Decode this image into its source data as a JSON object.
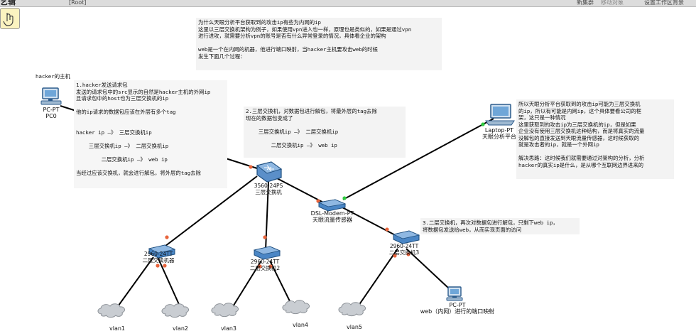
{
  "topbar": {
    "app_title": "艺辑",
    "path": "[Root]",
    "menu": [
      "新集群",
      "移动对象",
      "设置工作区背景"
    ]
  },
  "notes": {
    "intro": [
      "为什么天眼分析平台获取到的攻击ip有些为内网的ip",
      "这里以三层交换机架构为例子，如果使用vpn进入也一样，原理也是类似的，如果是通过vpn",
      "进行进攻，就需要分析vpn的账号是否有什么异常登录的情况，具体看企业的架构",
      "",
      "web是一个在内网的机器，他进行端口映射，当hacker主机要攻击web的时候",
      "发生下面几个过程："
    ],
    "hacker_title": "hacker的主机",
    "step1": [
      "1.hacker发送请求包",
      "发送的请求包中的src显示的自然是hacker主机的外网ip",
      "且请求包中的host也为三层交换机的ip",
      "",
      "他的ip请求的数据包应该在外层有多个tag",
      "",
      "",
      "hacker ip —》 三层交换机ip",
      "",
      "    三层交换机ip —》 二层交换机ip",
      "",
      "        二层交换机ip —》 web ip",
      "",
      "当经过应该交换机，就会进行解包，将外层的tag去除"
    ],
    "step2": [
      "2.三层交换机，对数据包进行解包，将最外层的tag去除",
      "现在的数据包变成了",
      "",
      "    三层交换机ip —》 二层交换机ip",
      "",
      "        二层交换机ip —》 web ip"
    ],
    "step3": [
      "3.二层交换机，再次对数据包进行解包，只剩下web ip，",
      "将数据包发送给web，从而实现页面的访问"
    ],
    "analysis": [
      "所以天眼分析平台获取到的攻击ip可能为三层交换机",
      "的ip，所以有可能是内网ip，这个具体要看公司的框",
      "架，这只是一种情况",
      "这里获取到的攻击ip为三层交换机的ip，但是如果",
      "企业没有使用三层交换机这种结构，而是将真实的流量",
      "没解包的直接发送到天眼流量传感器，这时候获取的",
      "就是攻击者的ip，就是一个外网ip",
      "",
      "解决思路：这时候我们就需要通过对架构的分析，分析",
      "hacker的真实ip是什么，是从哪个互联网边界进来的"
    ]
  },
  "devices": {
    "pc0": {
      "model": "PC-PT",
      "name": "PC0"
    },
    "laptop": {
      "model": "Laptop-PT",
      "name": "天眼分析平台"
    },
    "l3switch": {
      "model": "3560-24PS",
      "name": "三层交换机"
    },
    "modem": {
      "model": "DSL-Modem-PT",
      "name": "天眼流量传感器"
    },
    "sw1": {
      "model": "2960-24TT",
      "name": "二层交换机器"
    },
    "sw2": {
      "model": "2960-24TT",
      "name": "二层交换机2"
    },
    "sw3": {
      "model": "2960-24TT",
      "name": "二层交换机3"
    },
    "webpc": {
      "model": "PC-PT",
      "name": "web（内网）进行的端口映射"
    }
  },
  "clouds": [
    "vlan1",
    "vlan2",
    "vlan3",
    "vlan4",
    "vlan5"
  ],
  "colors": {
    "note_bg": "#f3f3f3",
    "link": "#000000",
    "port_up": "#e8643c",
    "port_green": "#2ecc40",
    "device_blue": "#3a7fc2"
  }
}
